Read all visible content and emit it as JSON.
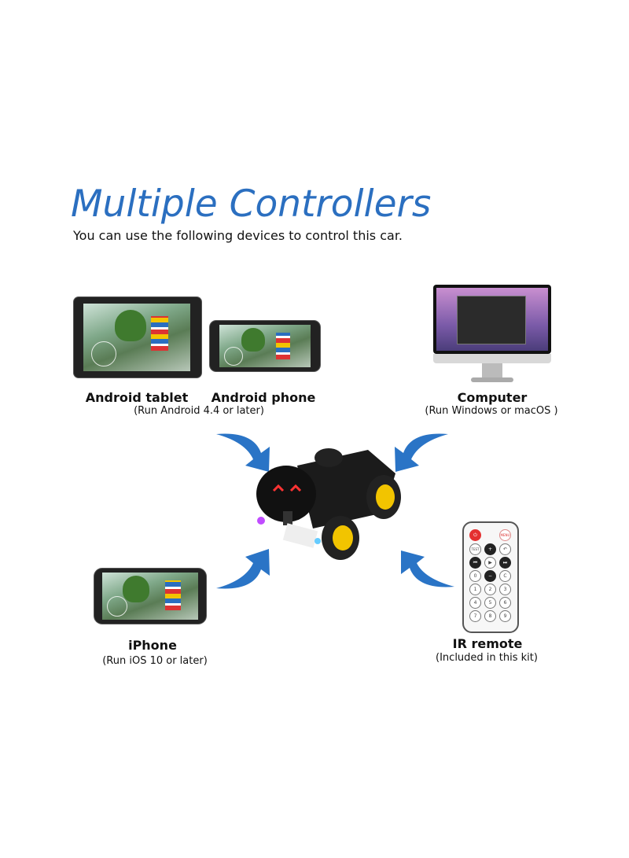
{
  "header": {
    "title": "Multiple Controllers",
    "subtitle": "You can use the following devices to control this car."
  },
  "controllers": {
    "android_tablet": {
      "label": "Android tablet"
    },
    "android_phone": {
      "label": "Android phone"
    },
    "android_note": "(Run Android 4.4 or later)",
    "computer": {
      "label": "Computer",
      "note": "(Run Windows or macOS )"
    },
    "iphone": {
      "label": "iPhone",
      "note": "(Run iOS 10 or later)"
    },
    "ir_remote": {
      "label": "IR remote",
      "note": "(Included in this kit)"
    }
  },
  "remote": {
    "buttons": [
      "⏻",
      "MENU",
      "TEST",
      "+",
      "↶",
      "⏮",
      "▶",
      "⏭",
      "0",
      "−",
      "C",
      "1",
      "2",
      "3",
      "4",
      "5",
      "6",
      "7",
      "8",
      "9"
    ]
  },
  "colors": {
    "accent": "#2b6fc0",
    "arrow": "#2a74c6"
  }
}
